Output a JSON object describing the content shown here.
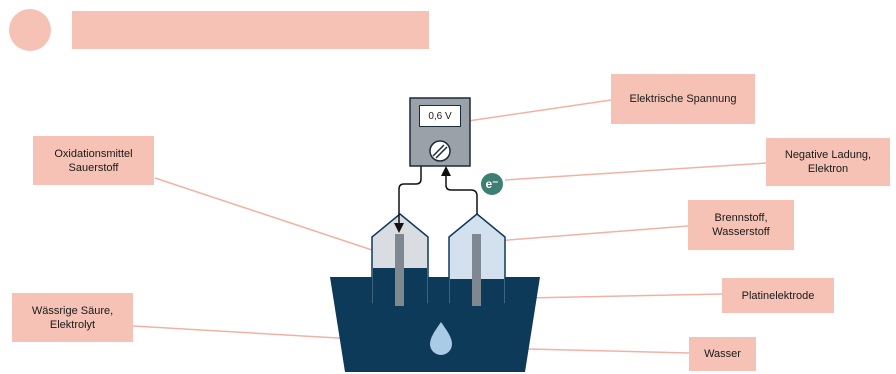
{
  "colors": {
    "accent": "#f5c2b5",
    "water": "#0e3a5a",
    "gas_left": "#d9dde1",
    "gas_right": "#d3e0ee",
    "electrode": "#7f8890",
    "meter": "#9aa1a8",
    "electron": "#3e7f73",
    "droplet": "#a9cbe5",
    "leader_line": "#f2b2a3"
  },
  "meter": {
    "display_value": "0,6 V"
  },
  "electron": {
    "symbol": "e⁻"
  },
  "labels": {
    "elektrische_spannung": "Elektrische Spannung",
    "oxidationsmittel": "Oxidationsmittel\nSauerstoff",
    "negative_ladung": "Negative Ladung,\nElektron",
    "brennstoff": "Brennstoff,\nWasserstoff",
    "platinelektrode": "Platinelektrode",
    "elektrolyt": "Wässrige Säure,\nElektrolyt",
    "wasser": "Wasser"
  },
  "icons": [
    "title-circle-icon",
    "voltmeter-dial-icon",
    "electron-icon",
    "water-drop-icon",
    "arrow-down-icon",
    "arrow-up-icon"
  ]
}
